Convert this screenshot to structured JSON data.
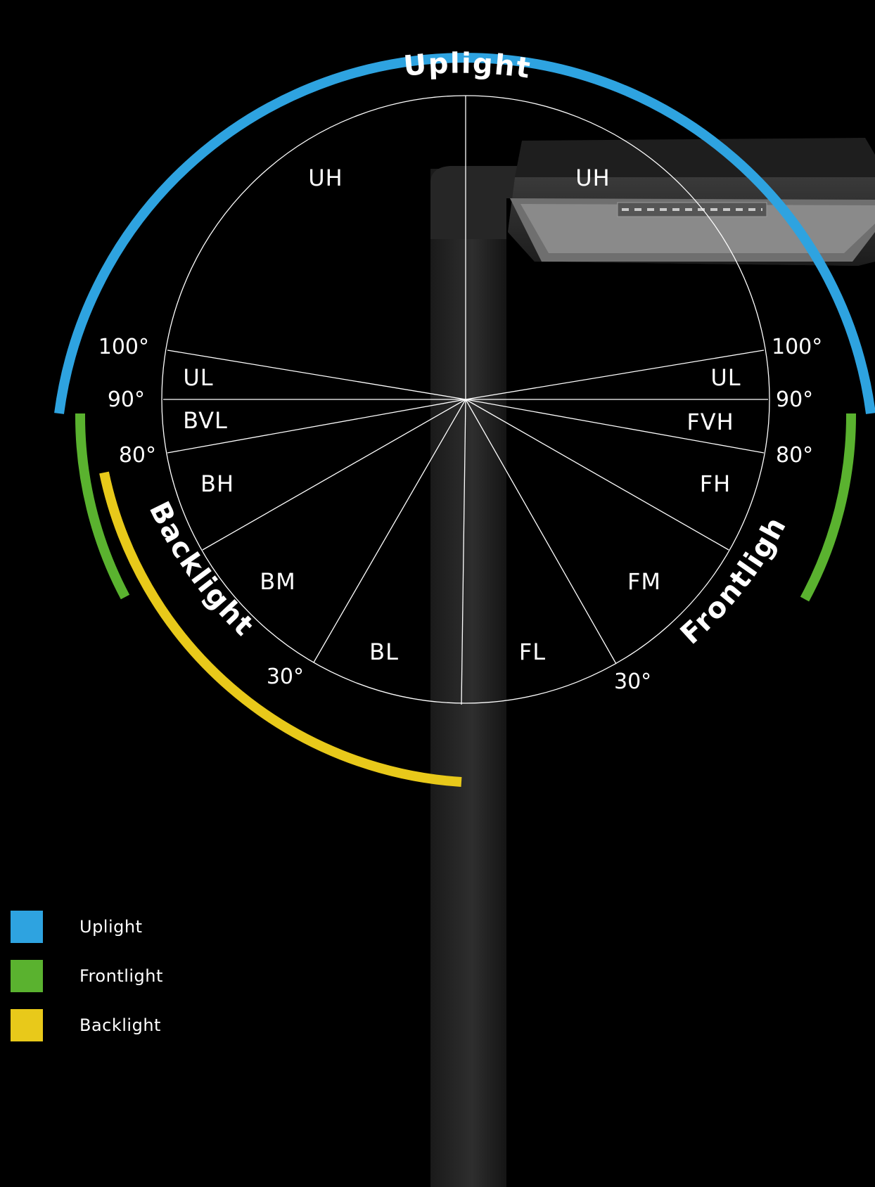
{
  "colors": {
    "background": "#000000",
    "uplight": "#2ea3e0",
    "frontlight": "#5ab22f",
    "backlight": "#e8c91a",
    "grid": "#ffffff"
  },
  "arc_labels": {
    "uplight": "Uplight",
    "frontlight": "Frontlight",
    "backlight": "Backlight"
  },
  "zones": {
    "uh_left": "UH",
    "uh_right": "UH",
    "ul_left": "UL",
    "ul_right": "UL",
    "bvl": "BVL",
    "fvh": "FVH",
    "bh": "BH",
    "fh": "FH",
    "bm": "BM",
    "fm": "FM",
    "bl": "BL",
    "fl": "FL"
  },
  "angles": {
    "left_100": "100°",
    "left_90": "90°",
    "left_80": "80°",
    "left_30": "30°",
    "right_100": "100°",
    "right_90": "90°",
    "right_80": "80°",
    "right_30": "30°"
  },
  "legend": [
    {
      "label": "Uplight",
      "color": "#2ea3e0"
    },
    {
      "label": "Frontlight",
      "color": "#5ab22f"
    },
    {
      "label": "Backlight",
      "color": "#e8c91a"
    }
  ],
  "icons": {
    "luminaire": "street-light-luminaire",
    "pole": "lamp-pole"
  }
}
